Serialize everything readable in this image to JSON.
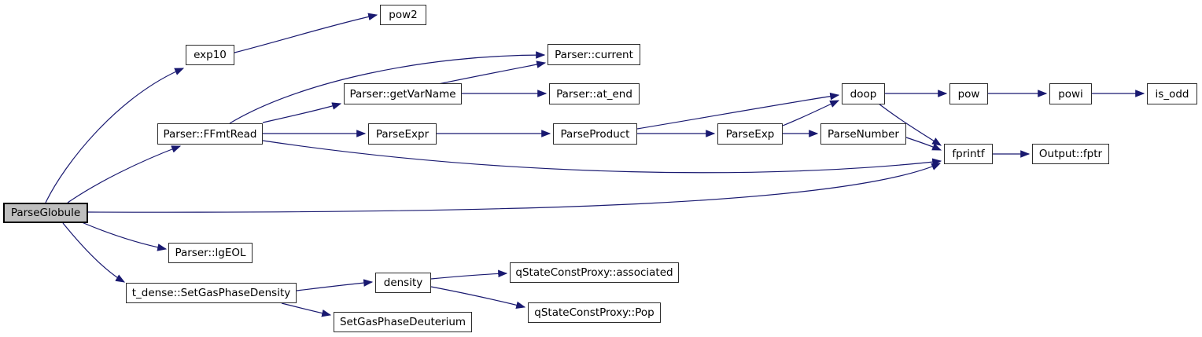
{
  "diagram": {
    "type": "call-graph",
    "root_function": "ParseGlobule",
    "colors": {
      "edge": "#191970",
      "node_border": "#2c2c2c",
      "node_fill": "#ffffff",
      "root_fill": "#bfbfbf",
      "text": "#000000"
    },
    "nodes": [
      {
        "id": "parse-globule",
        "label": "ParseGlobule",
        "root": true
      },
      {
        "id": "exp10",
        "label": "exp10"
      },
      {
        "id": "pow2",
        "label": "pow2"
      },
      {
        "id": "parser-ffmtread",
        "label": "Parser::FFmtRead"
      },
      {
        "id": "parser-current",
        "label": "Parser::current"
      },
      {
        "id": "parser-getvarname",
        "label": "Parser::getVarName"
      },
      {
        "id": "parser-at-end",
        "label": "Parser::at_end"
      },
      {
        "id": "parse-expr",
        "label": "ParseExpr"
      },
      {
        "id": "parse-product",
        "label": "ParseProduct"
      },
      {
        "id": "parse-exp",
        "label": "ParseExp"
      },
      {
        "id": "parse-number",
        "label": "ParseNumber"
      },
      {
        "id": "doop",
        "label": "doop"
      },
      {
        "id": "pow",
        "label": "pow"
      },
      {
        "id": "powi",
        "label": "powi"
      },
      {
        "id": "is-odd",
        "label": "is_odd"
      },
      {
        "id": "fprintf",
        "label": "fprintf"
      },
      {
        "id": "output-fptr",
        "label": "Output::fptr"
      },
      {
        "id": "parser-lgeol",
        "label": "Parser::lgEOL"
      },
      {
        "id": "t-dense-setgasphasedensity",
        "label": "t_dense::SetGasPhaseDensity"
      },
      {
        "id": "density",
        "label": "density"
      },
      {
        "id": "qstateconstproxy-associated",
        "label": "qStateConstProxy::associated"
      },
      {
        "id": "qstateconstproxy-pop",
        "label": "qStateConstProxy::Pop"
      },
      {
        "id": "setgasphasedeuterium",
        "label": "SetGasPhaseDeuterium"
      }
    ],
    "edges": [
      {
        "from": "ParseGlobule",
        "to": "exp10"
      },
      {
        "from": "ParseGlobule",
        "to": "Parser::FFmtRead"
      },
      {
        "from": "ParseGlobule",
        "to": "fprintf"
      },
      {
        "from": "ParseGlobule",
        "to": "Parser::lgEOL"
      },
      {
        "from": "ParseGlobule",
        "to": "t_dense::SetGasPhaseDensity"
      },
      {
        "from": "exp10",
        "to": "pow2"
      },
      {
        "from": "Parser::FFmtRead",
        "to": "Parser::current"
      },
      {
        "from": "Parser::FFmtRead",
        "to": "Parser::getVarName"
      },
      {
        "from": "Parser::FFmtRead",
        "to": "ParseExpr"
      },
      {
        "from": "Parser::FFmtRead",
        "to": "fprintf"
      },
      {
        "from": "Parser::getVarName",
        "to": "Parser::current"
      },
      {
        "from": "Parser::getVarName",
        "to": "Parser::at_end"
      },
      {
        "from": "ParseExpr",
        "to": "ParseProduct"
      },
      {
        "from": "ParseProduct",
        "to": "ParseExp"
      },
      {
        "from": "ParseProduct",
        "to": "doop"
      },
      {
        "from": "ParseExp",
        "to": "doop"
      },
      {
        "from": "ParseExp",
        "to": "ParseNumber"
      },
      {
        "from": "ParseNumber",
        "to": "fprintf"
      },
      {
        "from": "doop",
        "to": "pow"
      },
      {
        "from": "doop",
        "to": "fprintf"
      },
      {
        "from": "pow",
        "to": "powi"
      },
      {
        "from": "powi",
        "to": "is_odd"
      },
      {
        "from": "fprintf",
        "to": "Output::fptr"
      },
      {
        "from": "t_dense::SetGasPhaseDensity",
        "to": "density"
      },
      {
        "from": "t_dense::SetGasPhaseDensity",
        "to": "SetGasPhaseDeuterium"
      },
      {
        "from": "density",
        "to": "qStateConstProxy::associated"
      },
      {
        "from": "density",
        "to": "qStateConstProxy::Pop"
      }
    ]
  }
}
